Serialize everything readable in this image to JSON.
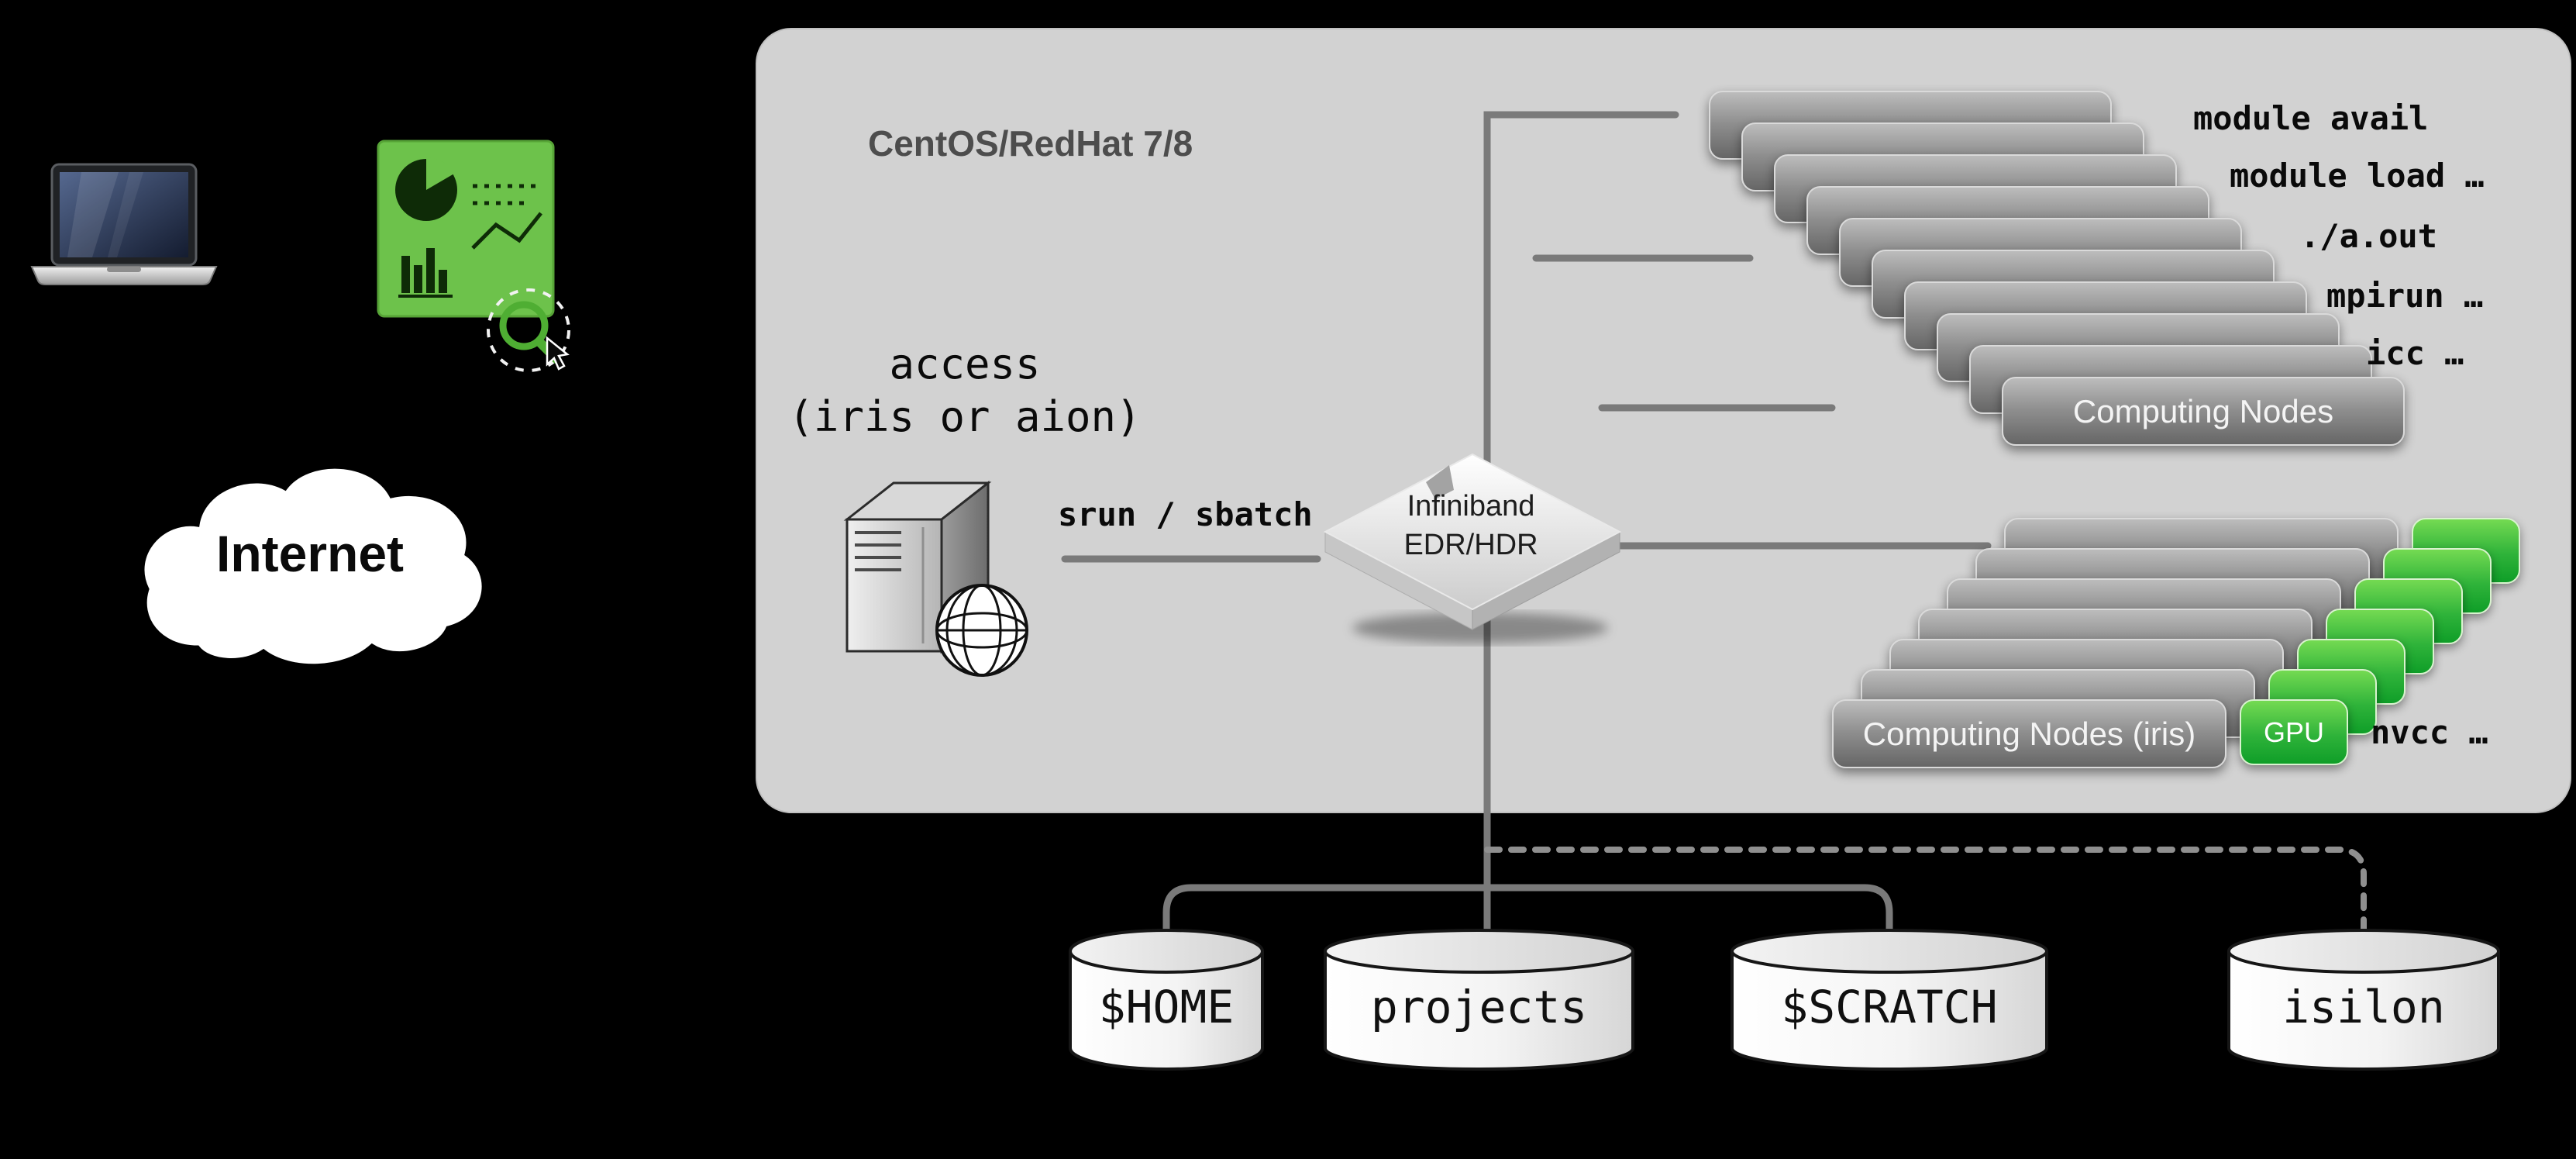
{
  "diagram": {
    "os_label": "CentOS/RedHat 7/8",
    "internet": {
      "label": "Internet"
    },
    "access": {
      "line1": "access",
      "line2": "(iris or aion)",
      "command": "srun / sbatch"
    },
    "switch": {
      "line1": "Infiniband",
      "line2": "EDR/HDR"
    },
    "top_stack": {
      "label": "Computing Nodes",
      "count": 10,
      "commands": [
        "module avail",
        "module load …",
        "./a.out",
        "mpirun …",
        "icc …"
      ]
    },
    "gpu_stack": {
      "label": "Computing Nodes (iris)",
      "chip_label": "GPU",
      "count": 7,
      "command": "nvcc …"
    },
    "storage": {
      "items": [
        {
          "label": "$HOME"
        },
        {
          "label": "projects"
        },
        {
          "label": "$SCRATCH"
        },
        {
          "label": "isilon"
        }
      ]
    },
    "colors": {
      "background": "#000000",
      "cluster_bg": "#d2d2d2",
      "node_gray_top": "#bcbcbc",
      "node_gray_bottom": "#666666",
      "gpu_green": "#18a22c",
      "connector_gray": "#7a7a7a",
      "cloud_white": "#ffffff"
    }
  }
}
